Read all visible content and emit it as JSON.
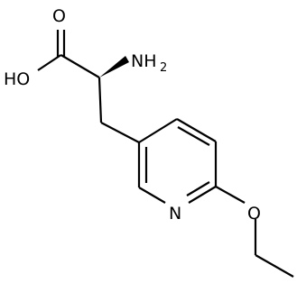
{
  "molecule": {
    "atoms": {
      "oxygen_carbonyl": "O",
      "hydroxyl": "HO",
      "amine": "NH",
      "amine_subscript": "2",
      "ring_nitrogen": "N",
      "ether_oxygen": "O"
    },
    "colors": {
      "bond": "#000000",
      "label": "#000000",
      "background": "#ffffff"
    }
  }
}
